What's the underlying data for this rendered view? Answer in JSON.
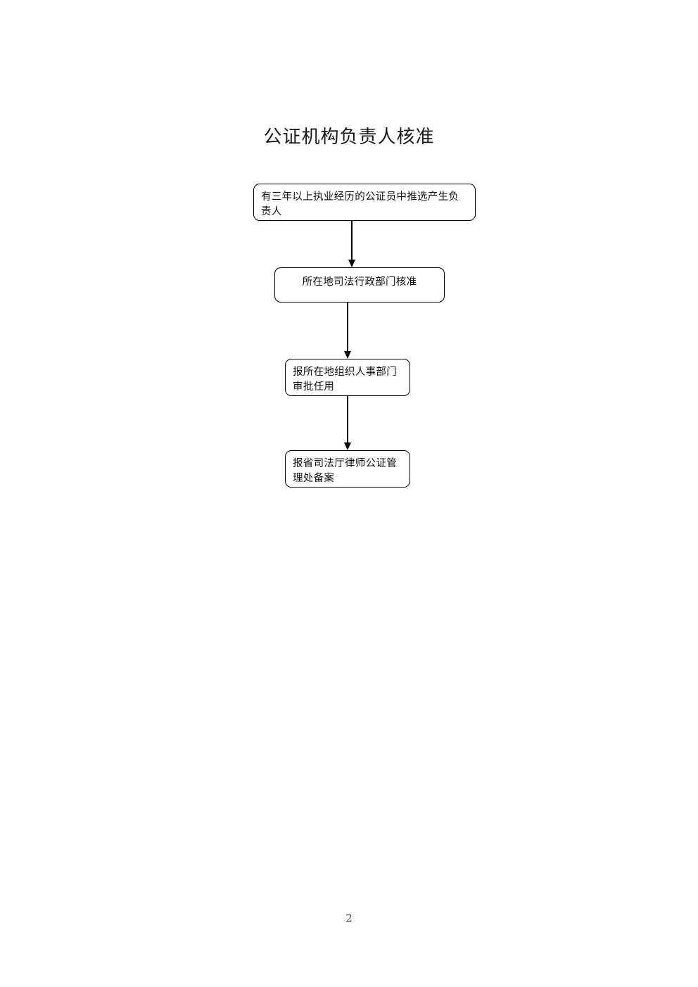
{
  "document": {
    "title": "公证机构负责人核准",
    "page_number": "2"
  },
  "flowchart": {
    "type": "flowchart",
    "orientation": "top-to-bottom",
    "nodes": [
      {
        "id": "node-1",
        "label": "有三年以上执业经历的公证员中推选产生负责人",
        "shape": "rounded-rectangle",
        "align": "left"
      },
      {
        "id": "node-2",
        "label": "所在地司法行政部门核准",
        "shape": "rounded-rectangle",
        "align": "center"
      },
      {
        "id": "node-3",
        "label": "报所在地组织人事部门审批任用",
        "shape": "rounded-rectangle",
        "align": "left"
      },
      {
        "id": "node-4",
        "label": "报省司法厅律师公证管理处备案",
        "shape": "rounded-rectangle",
        "align": "left"
      }
    ],
    "connectors": [
      {
        "id": "conn-1",
        "from": "node-1",
        "to": "node-2",
        "style": "solid-arrow-down"
      },
      {
        "id": "conn-2",
        "from": "node-2",
        "to": "node-3",
        "style": "solid-arrow-down"
      },
      {
        "id": "conn-3",
        "from": "node-3",
        "to": "node-4",
        "style": "solid-arrow-down"
      }
    ]
  },
  "colors": {
    "background": "#ffffff",
    "border": "#000000",
    "text": "#111111",
    "arrow": "#000000"
  }
}
